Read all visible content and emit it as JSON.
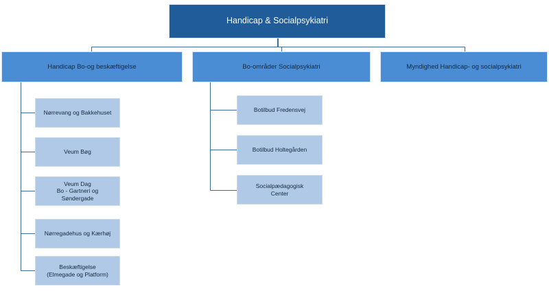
{
  "chart_data": {
    "type": "diagram",
    "subtype": "organizational-chart",
    "title": "Handicap & Socialpsykiatri",
    "language": "da",
    "colors": {
      "root_fill": "#1F5C99",
      "root_text": "#FFFFFF",
      "branch_fill": "#4A8DD4",
      "branch_text": "#16293D",
      "leaf_fill": "#AFC9E6",
      "leaf_text": "#16293D",
      "connector": "#3B6E9E",
      "background": "#FFFFFF"
    },
    "levels": 3,
    "nodes": [
      {
        "id": "root",
        "level": 0,
        "label": "Handicap & Socialpsykiatri",
        "parent": null
      },
      {
        "id": "branch-1",
        "level": 1,
        "label": "Handicap Bo-og beskæftigelse",
        "parent": "root"
      },
      {
        "id": "branch-2",
        "level": 1,
        "label": "Bo-områder Socialpsykiatri",
        "parent": "root"
      },
      {
        "id": "branch-3",
        "level": 1,
        "label": "Myndighed Handicap- og socialpsykiatri",
        "parent": "root"
      },
      {
        "id": "leaf-1-1",
        "level": 2,
        "label": "Nørrevang og Bakkehuset",
        "parent": "branch-1"
      },
      {
        "id": "leaf-1-2",
        "level": 2,
        "label": "Veum Bøg",
        "parent": "branch-1"
      },
      {
        "id": "leaf-1-3",
        "level": 2,
        "label": "Veum Dag\nBo - Gartneri og\nSøndergade",
        "parent": "branch-1"
      },
      {
        "id": "leaf-1-4",
        "level": 2,
        "label": "Nørregadehus og Kærhøj",
        "parent": "branch-1"
      },
      {
        "id": "leaf-1-5",
        "level": 2,
        "label": "Beskæftigelse\n(Elmegade og Platform)",
        "parent": "branch-1"
      },
      {
        "id": "leaf-2-1",
        "level": 2,
        "label": "Botilbud Fredensvej",
        "parent": "branch-2"
      },
      {
        "id": "leaf-2-2",
        "level": 2,
        "label": "Botilbud Holtegården",
        "parent": "branch-2"
      },
      {
        "id": "leaf-2-3",
        "level": 2,
        "label": "Socialpædagogisk\nCenter",
        "parent": "branch-2"
      }
    ]
  },
  "org": {
    "root": {
      "label": "Handicap & Socialpsykiatri"
    },
    "branches": [
      {
        "label": "Handicap Bo-og beskæftigelse"
      },
      {
        "label": "Bo-områder Socialpsykiatri"
      },
      {
        "label": "Myndighed Handicap- og socialpsykiatri"
      }
    ],
    "handicap_children": [
      {
        "label": "Nørrevang og Bakkehuset"
      },
      {
        "label": "Veum Bøg"
      },
      {
        "label": "Veum Dag\nBo - Gartneri og\nSøndergade"
      },
      {
        "label": "Nørregadehus og Kærhøj"
      },
      {
        "label": "Beskæftigelse\n(Elmegade og Platform)"
      }
    ],
    "socialpsykiatri_children": [
      {
        "label": "Botilbud Fredensvej"
      },
      {
        "label": "Botilbud Holtegården"
      },
      {
        "label": "Socialpædagogisk\nCenter"
      }
    ]
  }
}
